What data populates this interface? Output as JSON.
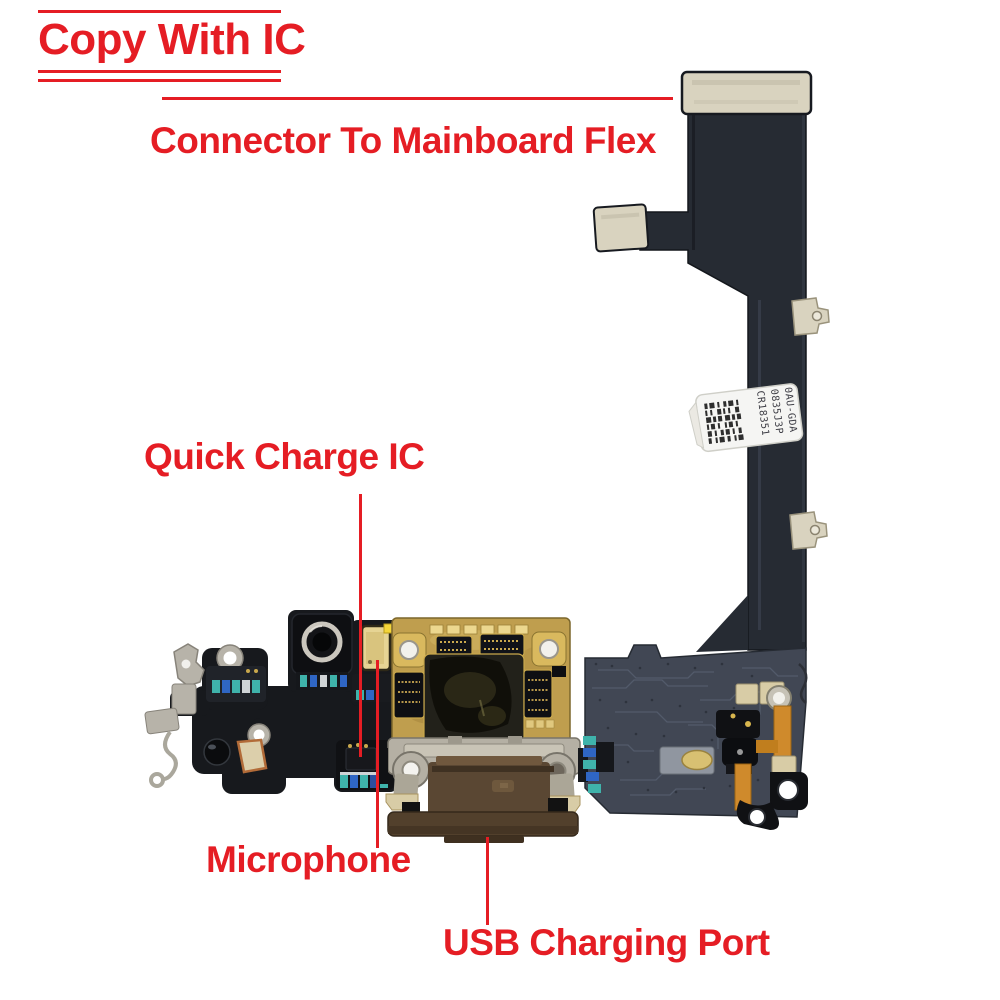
{
  "annotations": {
    "title": "Copy With IC",
    "connector_flex": "Connector To Mainboard Flex",
    "quick_charge_ic": "Quick Charge IC",
    "microphone": "Microphone",
    "usb_charging_port": "USB Charging Port"
  },
  "sticker": {
    "line1": "CR18351",
    "line2": "0835J3P",
    "line3": "0AU-GDA"
  },
  "colors": {
    "annotation_red": "#e51d24",
    "ribbon_dark": "#262b33",
    "connector_pad_beige": "#d9d3bf",
    "shield_plate_gray": "#414754",
    "pcb_gold": "#bf9e4e",
    "usb_port_brown": "#55432f",
    "capacitor_teal": "#3fb3ab",
    "background": "#ffffff"
  }
}
